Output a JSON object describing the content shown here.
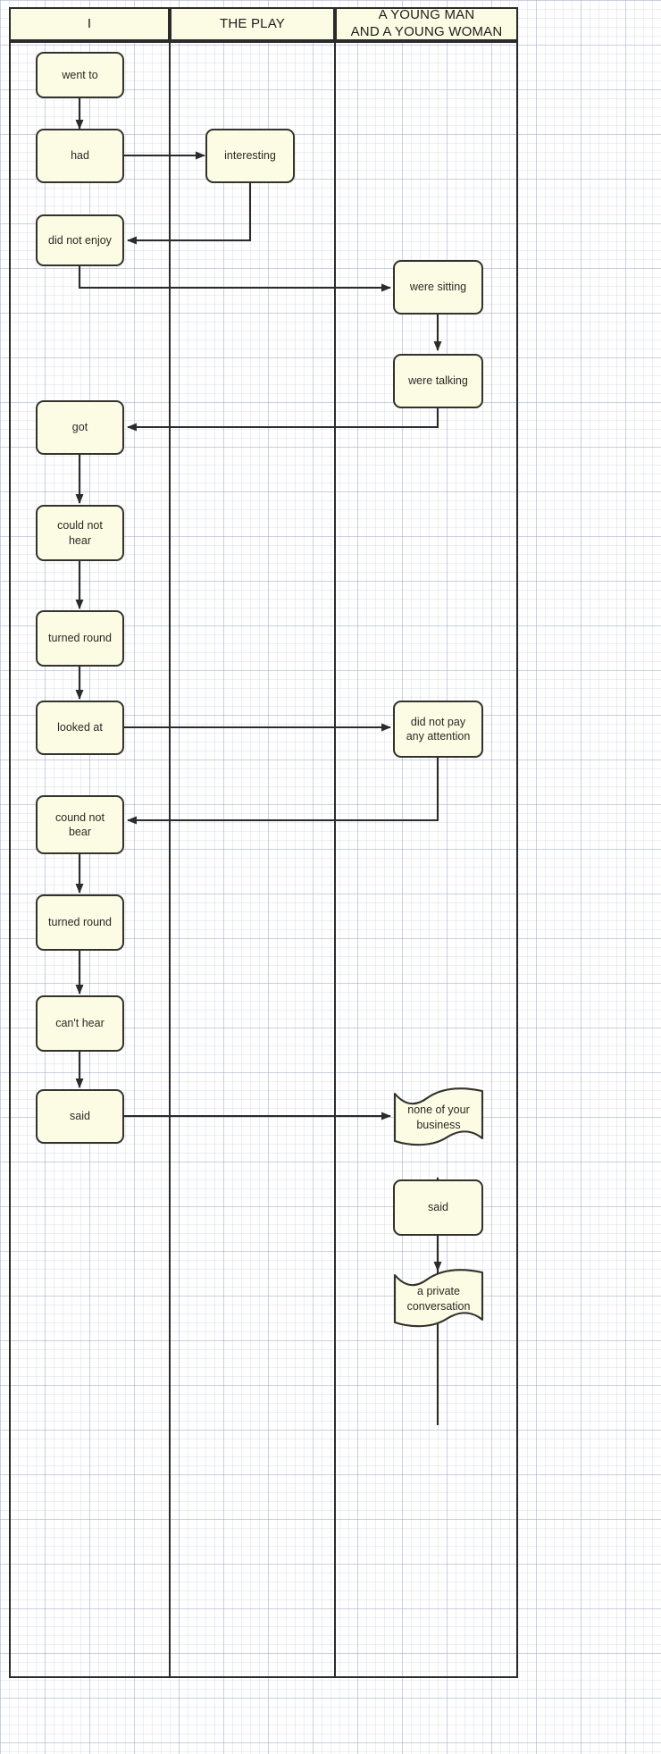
{
  "diagram": {
    "type": "swimlane-flowchart",
    "background": "graph-paper",
    "box_fill": "#fcfbe3",
    "box_stroke": "#33322c",
    "lane_stroke": "#2b2b2b"
  },
  "lanes": [
    {
      "id": "lane-i",
      "label": "I"
    },
    {
      "id": "lane-play",
      "label": "THE PLAY"
    },
    {
      "id": "lane-couple",
      "label": "A YOUNG MAN\nAND A YOUNG WOMAN",
      "line1": "A YOUNG MAN",
      "line2": "AND A YOUNG WOMAN"
    }
  ],
  "nodes": [
    {
      "id": "n1",
      "lane": "lane-i",
      "label": "went to",
      "shape": "rounded-rect"
    },
    {
      "id": "n2",
      "lane": "lane-i",
      "label": "had",
      "shape": "rounded-rect"
    },
    {
      "id": "n3",
      "lane": "lane-play",
      "label": "interesting",
      "shape": "rounded-rect"
    },
    {
      "id": "n4",
      "lane": "lane-i",
      "label": "did not enjoy",
      "shape": "rounded-rect"
    },
    {
      "id": "n5",
      "lane": "lane-couple",
      "label": "were sitting",
      "shape": "rounded-rect"
    },
    {
      "id": "n6",
      "lane": "lane-couple",
      "label": "were talking",
      "shape": "rounded-rect"
    },
    {
      "id": "n7",
      "lane": "lane-i",
      "label": "got",
      "shape": "rounded-rect"
    },
    {
      "id": "n8",
      "lane": "lane-i",
      "label": "could not\nhear",
      "shape": "rounded-rect",
      "line1": "could not",
      "line2": "hear"
    },
    {
      "id": "n9",
      "lane": "lane-i",
      "label": "turned round",
      "shape": "rounded-rect"
    },
    {
      "id": "n10",
      "lane": "lane-i",
      "label": "looked at",
      "shape": "rounded-rect"
    },
    {
      "id": "n11",
      "lane": "lane-couple",
      "label": "did not pay\nany attention",
      "shape": "rounded-rect",
      "line1": "did not pay",
      "line2": "any attention"
    },
    {
      "id": "n12",
      "lane": "lane-i",
      "label": "cound not\nbear",
      "shape": "rounded-rect",
      "line1": "cound not",
      "line2": "bear"
    },
    {
      "id": "n13",
      "lane": "lane-i",
      "label": "turned round",
      "shape": "rounded-rect"
    },
    {
      "id": "n14",
      "lane": "lane-i",
      "label": "can't hear",
      "shape": "rounded-rect"
    },
    {
      "id": "n15",
      "lane": "lane-i",
      "label": "said",
      "shape": "rounded-rect"
    },
    {
      "id": "n16",
      "lane": "lane-couple",
      "label": "none of your\nbusiness",
      "shape": "wavy-document",
      "line1": "none of your",
      "line2": "business"
    },
    {
      "id": "n17",
      "lane": "lane-couple",
      "label": "said",
      "shape": "rounded-rect"
    },
    {
      "id": "n18",
      "lane": "lane-couple",
      "label": "a private\nconversation",
      "shape": "wavy-document",
      "line1": "a private",
      "line2": "conversation"
    }
  ],
  "edges": [
    {
      "from": "n1",
      "to": "n2",
      "route": "down"
    },
    {
      "from": "n2",
      "to": "n3",
      "route": "right"
    },
    {
      "from": "n3",
      "to": "n4",
      "route": "down-left-elbow"
    },
    {
      "from": "n4",
      "to": "n5",
      "route": "down-right-elbow"
    },
    {
      "from": "n5",
      "to": "n6",
      "route": "down"
    },
    {
      "from": "n6",
      "to": "n7",
      "route": "down-left-elbow"
    },
    {
      "from": "n7",
      "to": "n8",
      "route": "down"
    },
    {
      "from": "n8",
      "to": "n9",
      "route": "down"
    },
    {
      "from": "n9",
      "to": "n10",
      "route": "down"
    },
    {
      "from": "n10",
      "to": "n11",
      "route": "right"
    },
    {
      "from": "n11",
      "to": "n12",
      "route": "down-left-elbow"
    },
    {
      "from": "n12",
      "to": "n13",
      "route": "down"
    },
    {
      "from": "n13",
      "to": "n14",
      "route": "down"
    },
    {
      "from": "n14",
      "to": "n15",
      "route": "down"
    },
    {
      "from": "n15",
      "to": "n16",
      "route": "right"
    },
    {
      "from": "n16",
      "to": "n17",
      "route": "down"
    },
    {
      "from": "n17",
      "to": "n18",
      "route": "down"
    }
  ]
}
